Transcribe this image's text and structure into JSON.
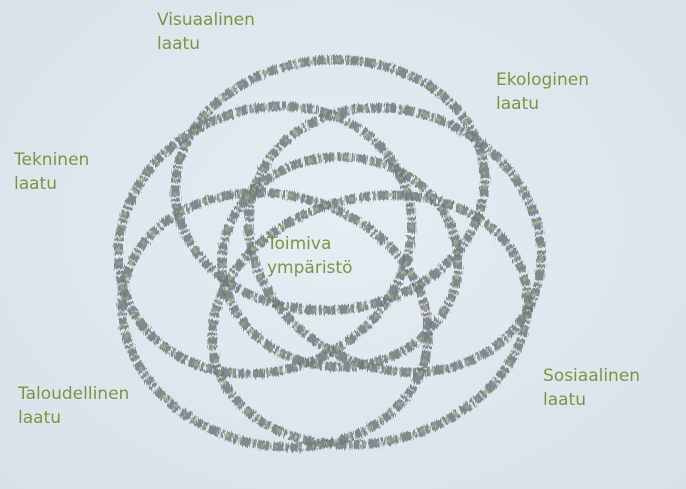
{
  "diagram": {
    "labels": {
      "visual": "Visuaalinen\nlaatu",
      "ecological": "Ekologinen\nlaatu",
      "technical": "Tekninen\nlaatu",
      "center": "Toimiva\nympäristö",
      "social": "Sosiaalinen\nlaatu",
      "economic": "Taloudellinen\nlaatu"
    },
    "colors": {
      "label_text": "#7d9444",
      "ring_stroke": "#6f7a7c",
      "ring_highlight": "#a8aa86",
      "background": "#dfe7ee"
    }
  }
}
